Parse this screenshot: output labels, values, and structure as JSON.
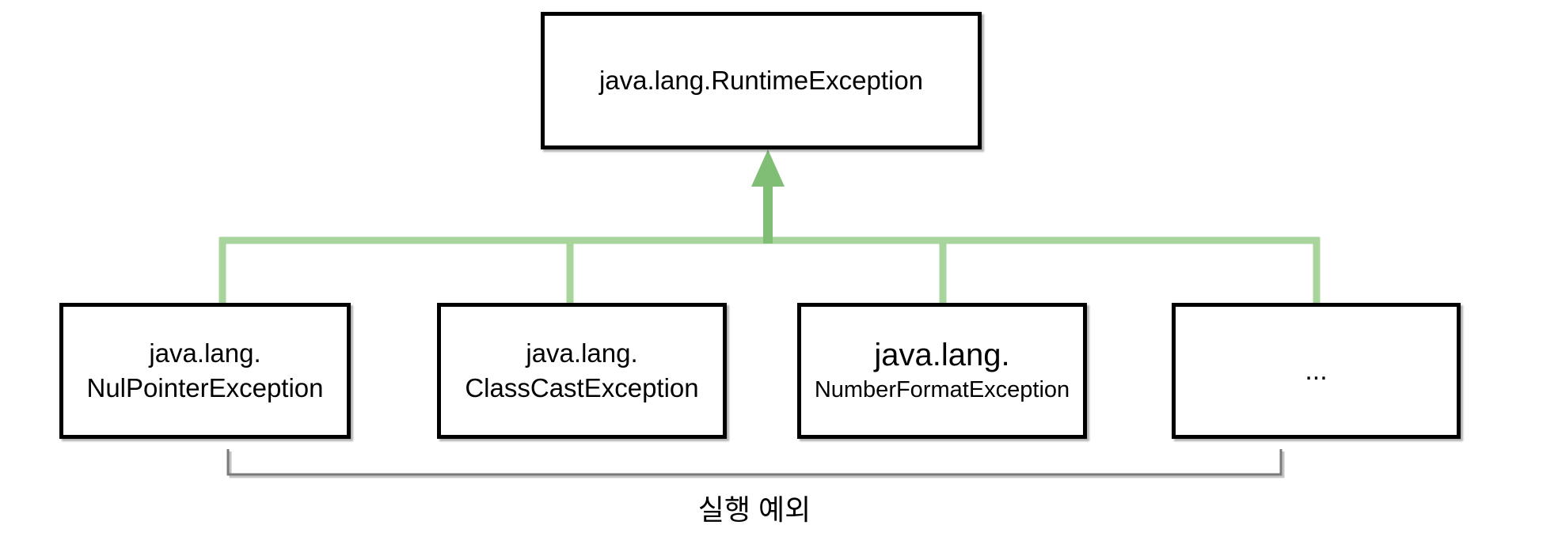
{
  "colors": {
    "line_green": "#a8d59c",
    "arrow_green": "#7fbe74",
    "bracket_gray": "#7a7a7a",
    "bracket_shadow": "#c4c4c4",
    "box_border": "#000000",
    "text": "#000000",
    "background": "#ffffff"
  },
  "nodes": {
    "parent": {
      "label": "java.lang.RuntimeException"
    },
    "children": [
      {
        "line1": "java.lang.",
        "line2": "NulPointerException"
      },
      {
        "line1": "java.lang.",
        "line2": "ClassCastException"
      },
      {
        "line1": "java.lang.",
        "line2": "NumberFormatException"
      },
      {
        "line1": "..."
      }
    ]
  },
  "caption": {
    "label": "실행 예외"
  }
}
